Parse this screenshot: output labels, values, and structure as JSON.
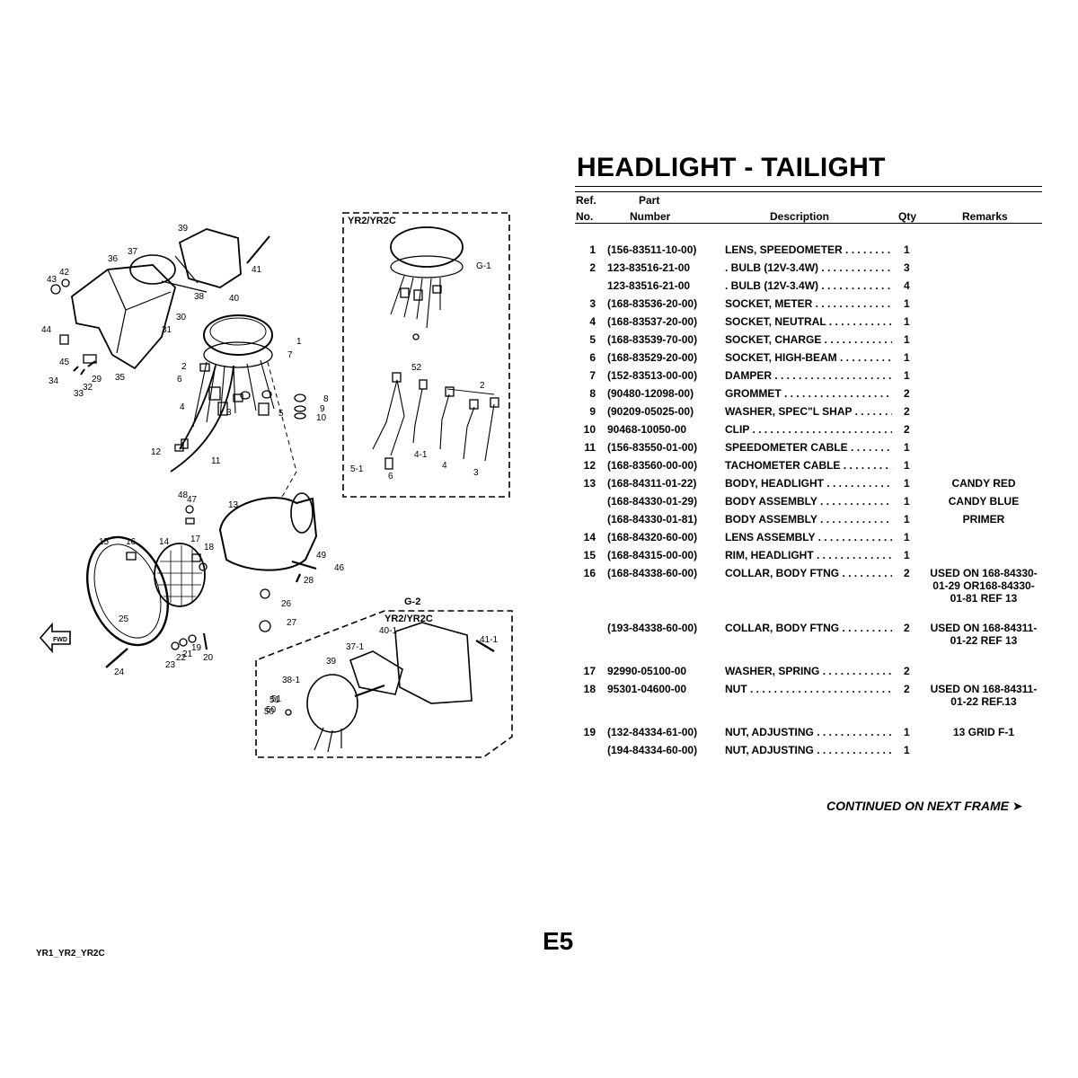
{
  "title": "HEADLIGHT - TAILIGHT",
  "columns": {
    "ref_line1": "Ref.",
    "ref_line2": "No.",
    "part_line1": "Part",
    "part_line2": "Number",
    "description": "Description",
    "qty": "Qty",
    "remarks": "Remarks"
  },
  "parts": [
    {
      "ref": "1",
      "part": "(156-83511-10-00)",
      "desc": "LENS, SPEEDOMETER",
      "qty": "1",
      "remarks": ""
    },
    {
      "ref": "2",
      "part": "123-83516-21-00",
      "desc": ". BULB (12V-3.4W)",
      "qty": "3",
      "remarks": ""
    },
    {
      "ref": "",
      "part": "123-83516-21-00",
      "desc": ". BULB (12V-3.4W)",
      "qty": "4",
      "remarks": ""
    },
    {
      "ref": "3",
      "part": "(168-83536-20-00)",
      "desc": "SOCKET, METER",
      "qty": "1",
      "remarks": ""
    },
    {
      "ref": "4",
      "part": "(168-83537-20-00)",
      "desc": "SOCKET, NEUTRAL",
      "qty": "1",
      "remarks": ""
    },
    {
      "ref": "5",
      "part": "(168-83539-70-00)",
      "desc": "SOCKET, CHARGE",
      "qty": "1",
      "remarks": ""
    },
    {
      "ref": "6",
      "part": "(168-83529-20-00)",
      "desc": "SOCKET, HIGH-BEAM",
      "qty": "1",
      "remarks": ""
    },
    {
      "ref": "7",
      "part": "(152-83513-00-00)",
      "desc": "DAMPER",
      "qty": "1",
      "remarks": ""
    },
    {
      "ref": "8",
      "part": "(90480-12098-00)",
      "desc": "GROMMET",
      "qty": "2",
      "remarks": ""
    },
    {
      "ref": "9",
      "part": "(90209-05025-00)",
      "desc": "WASHER, SPEC\"L SHAP",
      "qty": "2",
      "remarks": ""
    },
    {
      "ref": "10",
      "part": "90468-10050-00",
      "desc": "CLIP",
      "qty": "2",
      "remarks": ""
    },
    {
      "ref": "11",
      "part": "(156-83550-01-00)",
      "desc": "SPEEDOMETER CABLE",
      "qty": "1",
      "remarks": ""
    },
    {
      "ref": "12",
      "part": "(168-83560-00-00)",
      "desc": "TACHOMETER CABLE",
      "qty": "1",
      "remarks": ""
    },
    {
      "ref": "13",
      "part": "(168-84311-01-22)",
      "desc": "BODY, HEADLIGHT",
      "qty": "1",
      "remarks": "CANDY RED"
    },
    {
      "ref": "",
      "part": "(168-84330-01-29)",
      "desc": "BODY ASSEMBLY",
      "qty": "1",
      "remarks": "CANDY BLUE"
    },
    {
      "ref": "",
      "part": "(168-84330-01-81)",
      "desc": "BODY ASSEMBLY",
      "qty": "1",
      "remarks": "PRIMER"
    },
    {
      "ref": "14",
      "part": "(168-84320-60-00)",
      "desc": "LENS ASSEMBLY",
      "qty": "1",
      "remarks": ""
    },
    {
      "ref": "15",
      "part": "(168-84315-00-00)",
      "desc": "RIM, HEADLIGHT",
      "qty": "1",
      "remarks": ""
    },
    {
      "ref": "16",
      "part": "(168-84338-60-00)",
      "desc": "COLLAR, BODY FTNG",
      "qty": "2",
      "remarks": "USED ON 168-84330-01-29 OR168-84330-01-81 REF 13"
    },
    {
      "ref": "",
      "part": "(193-84338-60-00)",
      "desc": "COLLAR, BODY FTNG",
      "qty": "2",
      "remarks": "USED ON 168-84311-01-22 REF 13"
    },
    {
      "ref": "17",
      "part": "92990-05100-00",
      "desc": "WASHER, SPRING",
      "qty": "2",
      "remarks": ""
    },
    {
      "ref": "18",
      "part": "95301-04600-00",
      "desc": "NUT",
      "qty": "2",
      "remarks": "USED ON 168-84311-01-22 REF.13"
    },
    {
      "ref": "19",
      "part": "(132-84334-61-00)",
      "desc": "NUT, ADJUSTING",
      "qty": "1",
      "remarks": "13 GRID F-1"
    },
    {
      "ref": "",
      "part": "(194-84334-60-00)",
      "desc": "NUT, ADJUSTING",
      "qty": "1",
      "remarks": ""
    }
  ],
  "continued": "CONTINUED ON NEXT FRAME ➤",
  "page_number": "E5",
  "model_code": "YR1_YR2_YR2C",
  "diagram": {
    "box1_title": "YR2/YR2C",
    "box2_code": "G-2",
    "box2_title": "YR2/YR2C",
    "fwd_label": "FWD",
    "callouts": [
      "1",
      "2",
      "3",
      "4",
      "5",
      "6",
      "7",
      "8",
      "9",
      "10",
      "11",
      "12",
      "13",
      "14",
      "15",
      "16",
      "17",
      "18",
      "19",
      "20",
      "21",
      "22",
      "23",
      "24",
      "25",
      "26",
      "27",
      "28",
      "29",
      "30",
      "31",
      "32",
      "33",
      "34",
      "35",
      "36",
      "37",
      "38",
      "39",
      "40",
      "41",
      "42",
      "43",
      "44",
      "45",
      "46",
      "47",
      "48",
      "49",
      "50",
      "51",
      "G-1",
      "52",
      "2",
      "5-1",
      "6",
      "4-1",
      "4",
      "3",
      "40-1",
      "41-1",
      "37-1",
      "39",
      "38-1",
      "51",
      "50"
    ]
  }
}
